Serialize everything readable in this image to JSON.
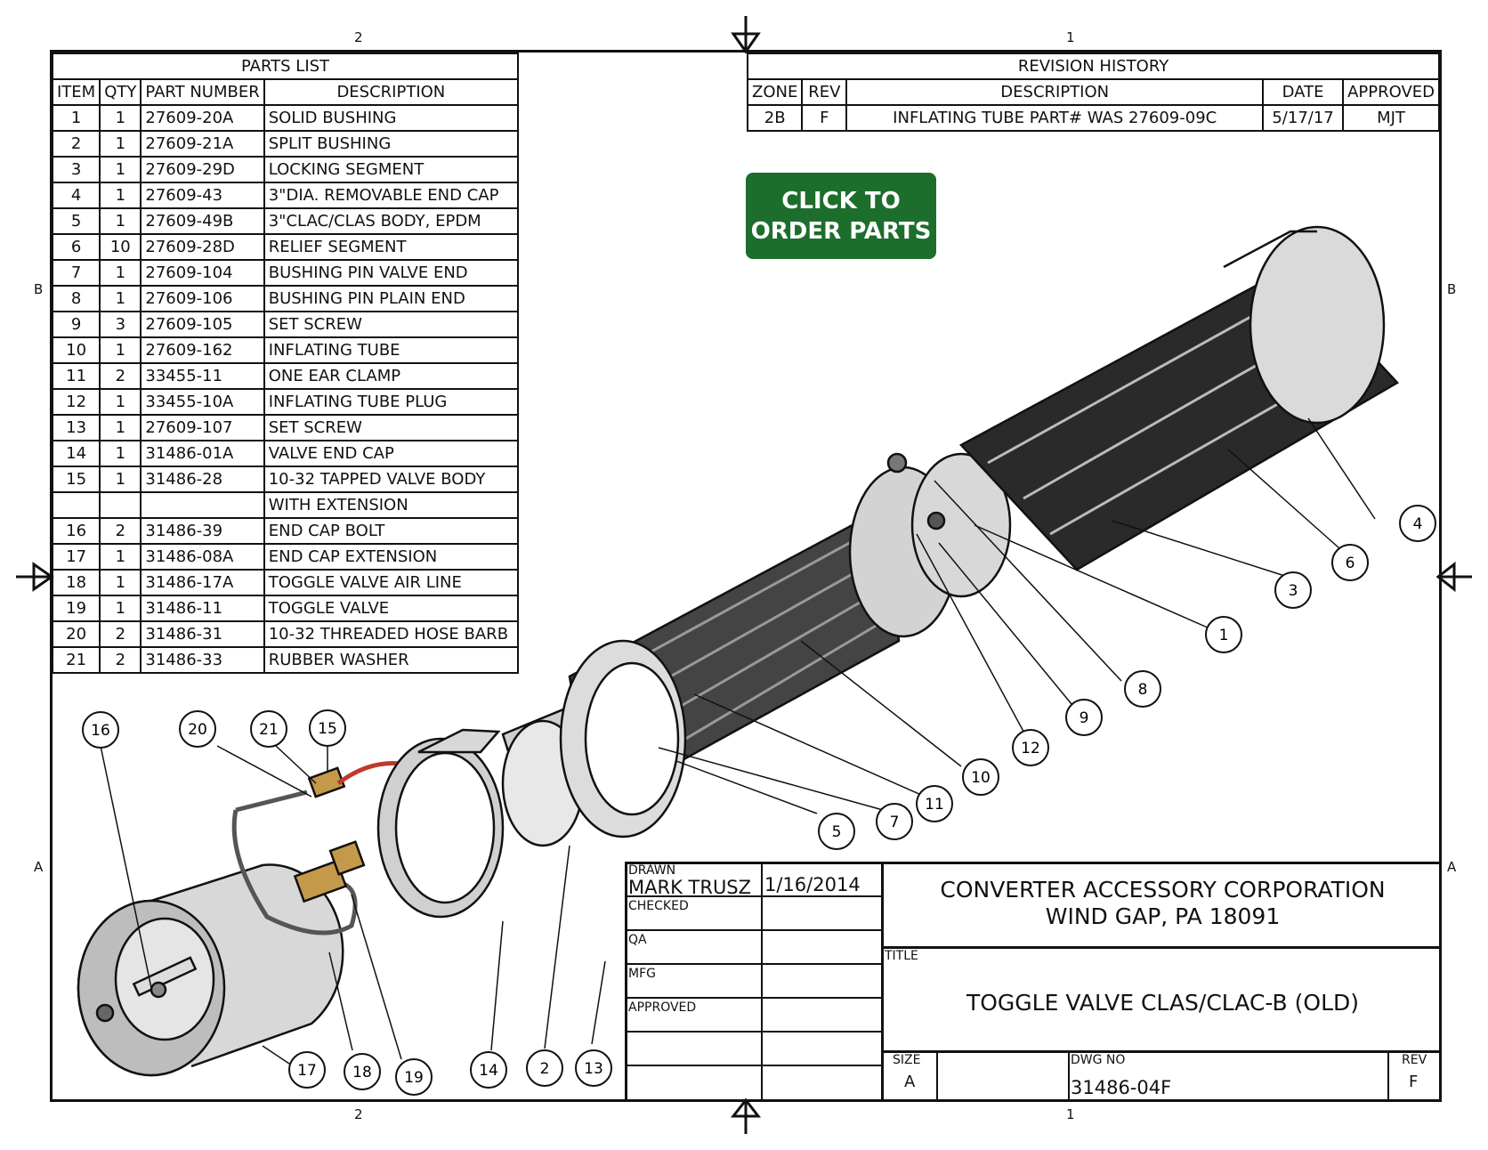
{
  "zones": {
    "top_left": "2",
    "top_right": "1",
    "bottom_left": "2",
    "bottom_right": "1",
    "left_top": "B",
    "left_bottom": "A",
    "right_top": "B",
    "right_bottom": "A"
  },
  "parts_list": {
    "title": "PARTS LIST",
    "columns": [
      "ITEM",
      "QTY",
      "PART NUMBER",
      "DESCRIPTION"
    ],
    "rows": [
      [
        "1",
        "1",
        "27609-20A",
        "SOLID BUSHING"
      ],
      [
        "2",
        "1",
        "27609-21A",
        "SPLIT BUSHING"
      ],
      [
        "3",
        "1",
        "27609-29D",
        "LOCKING SEGMENT"
      ],
      [
        "4",
        "1",
        "27609-43",
        "3\"DIA. REMOVABLE END CAP"
      ],
      [
        "5",
        "1",
        "27609-49B",
        "3\"CLAC/CLAS BODY, EPDM"
      ],
      [
        "6",
        "10",
        "27609-28D",
        "RELIEF SEGMENT"
      ],
      [
        "7",
        "1",
        "27609-104",
        "BUSHING PIN VALVE END"
      ],
      [
        "8",
        "1",
        "27609-106",
        "BUSHING PIN PLAIN END"
      ],
      [
        "9",
        "3",
        "27609-105",
        "SET SCREW"
      ],
      [
        "10",
        "1",
        "27609-162",
        "INFLATING TUBE"
      ],
      [
        "11",
        "2",
        "33455-11",
        "ONE EAR CLAMP"
      ],
      [
        "12",
        "1",
        "33455-10A",
        "INFLATING TUBE PLUG"
      ],
      [
        "13",
        "1",
        "27609-107",
        "SET SCREW"
      ],
      [
        "14",
        "1",
        "31486-01A",
        "VALVE END CAP"
      ],
      [
        "15",
        "1",
        "31486-28",
        "10-32 TAPPED VALVE BODY"
      ],
      [
        "",
        "",
        "",
        "WITH EXTENSION"
      ],
      [
        "16",
        "2",
        "31486-39",
        "END CAP BOLT"
      ],
      [
        "17",
        "1",
        "31486-08A",
        "END CAP EXTENSION"
      ],
      [
        "18",
        "1",
        "31486-17A",
        "TOGGLE VALVE AIR LINE"
      ],
      [
        "19",
        "1",
        "31486-11",
        "TOGGLE VALVE"
      ],
      [
        "20",
        "2",
        "31486-31",
        "10-32 THREADED HOSE BARB"
      ],
      [
        "21",
        "2",
        "31486-33",
        "RUBBER WASHER"
      ]
    ]
  },
  "revision_history": {
    "title": "REVISION HISTORY",
    "columns": [
      "ZONE",
      "REV",
      "DESCRIPTION",
      "DATE",
      "APPROVED"
    ],
    "rows": [
      [
        "2B",
        "F",
        "INFLATING TUBE PART#  WAS 27609-09C",
        "5/17/17",
        "MJT"
      ]
    ]
  },
  "order_button": {
    "line1": "CLICK TO",
    "line2": "ORDER PARTS",
    "color": "#1d6e2c"
  },
  "title_block": {
    "drawn_label": "DRAWN",
    "drawn_by": "MARK TRUSZ",
    "drawn_date": "1/16/2014",
    "checked_label": "CHECKED",
    "qa_label": "QA",
    "mfg_label": "MFG",
    "approved_label": "APPROVED",
    "company_line1": "CONVERTER ACCESSORY CORPORATION",
    "company_line2": "WIND GAP, PA  18091",
    "title_label": "TITLE",
    "title": "TOGGLE VALVE CLAS/CLAC-B (OLD)",
    "size_label": "SIZE",
    "size": "A",
    "dwg_label": "DWG NO",
    "dwg_no": "31486-04F",
    "rev_label": "REV",
    "rev": "F"
  },
  "balloons": [
    "1",
    "2",
    "3",
    "4",
    "5",
    "6",
    "7",
    "8",
    "9",
    "10",
    "11",
    "12",
    "13",
    "14",
    "15",
    "16",
    "17",
    "18",
    "19",
    "20",
    "21"
  ]
}
